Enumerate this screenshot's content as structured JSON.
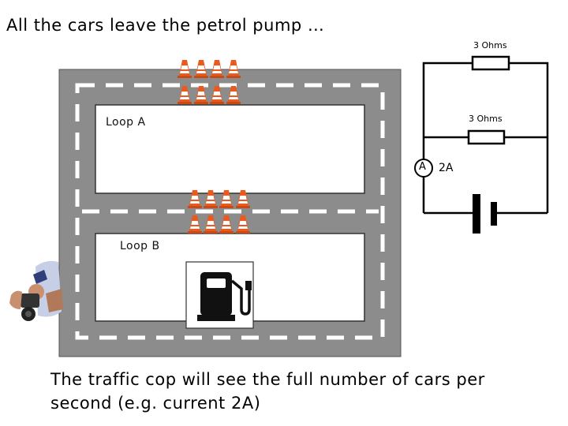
{
  "slide": {
    "title": "All the cars leave the petrol pump …",
    "caption": "The traffic cop will see the full number of cars per second (e.g. current 2A)"
  },
  "track": {
    "loop_a_label": "Loop A",
    "loop_b_label": "Loop B",
    "road_color": "#8c8c8c",
    "lane_marking_color": "#ffffff"
  },
  "circuit": {
    "top_resistor_label": "3 Ohms",
    "middle_resistor_label": "3 Ohms",
    "ammeter_symbol": "A",
    "ammeter_reading": "2A"
  },
  "icons": {
    "petrol_pump": "fuel-pump-icon",
    "traffic_cones": "traffic-cone-icon",
    "traffic_cop": "traffic-cop-icon"
  }
}
